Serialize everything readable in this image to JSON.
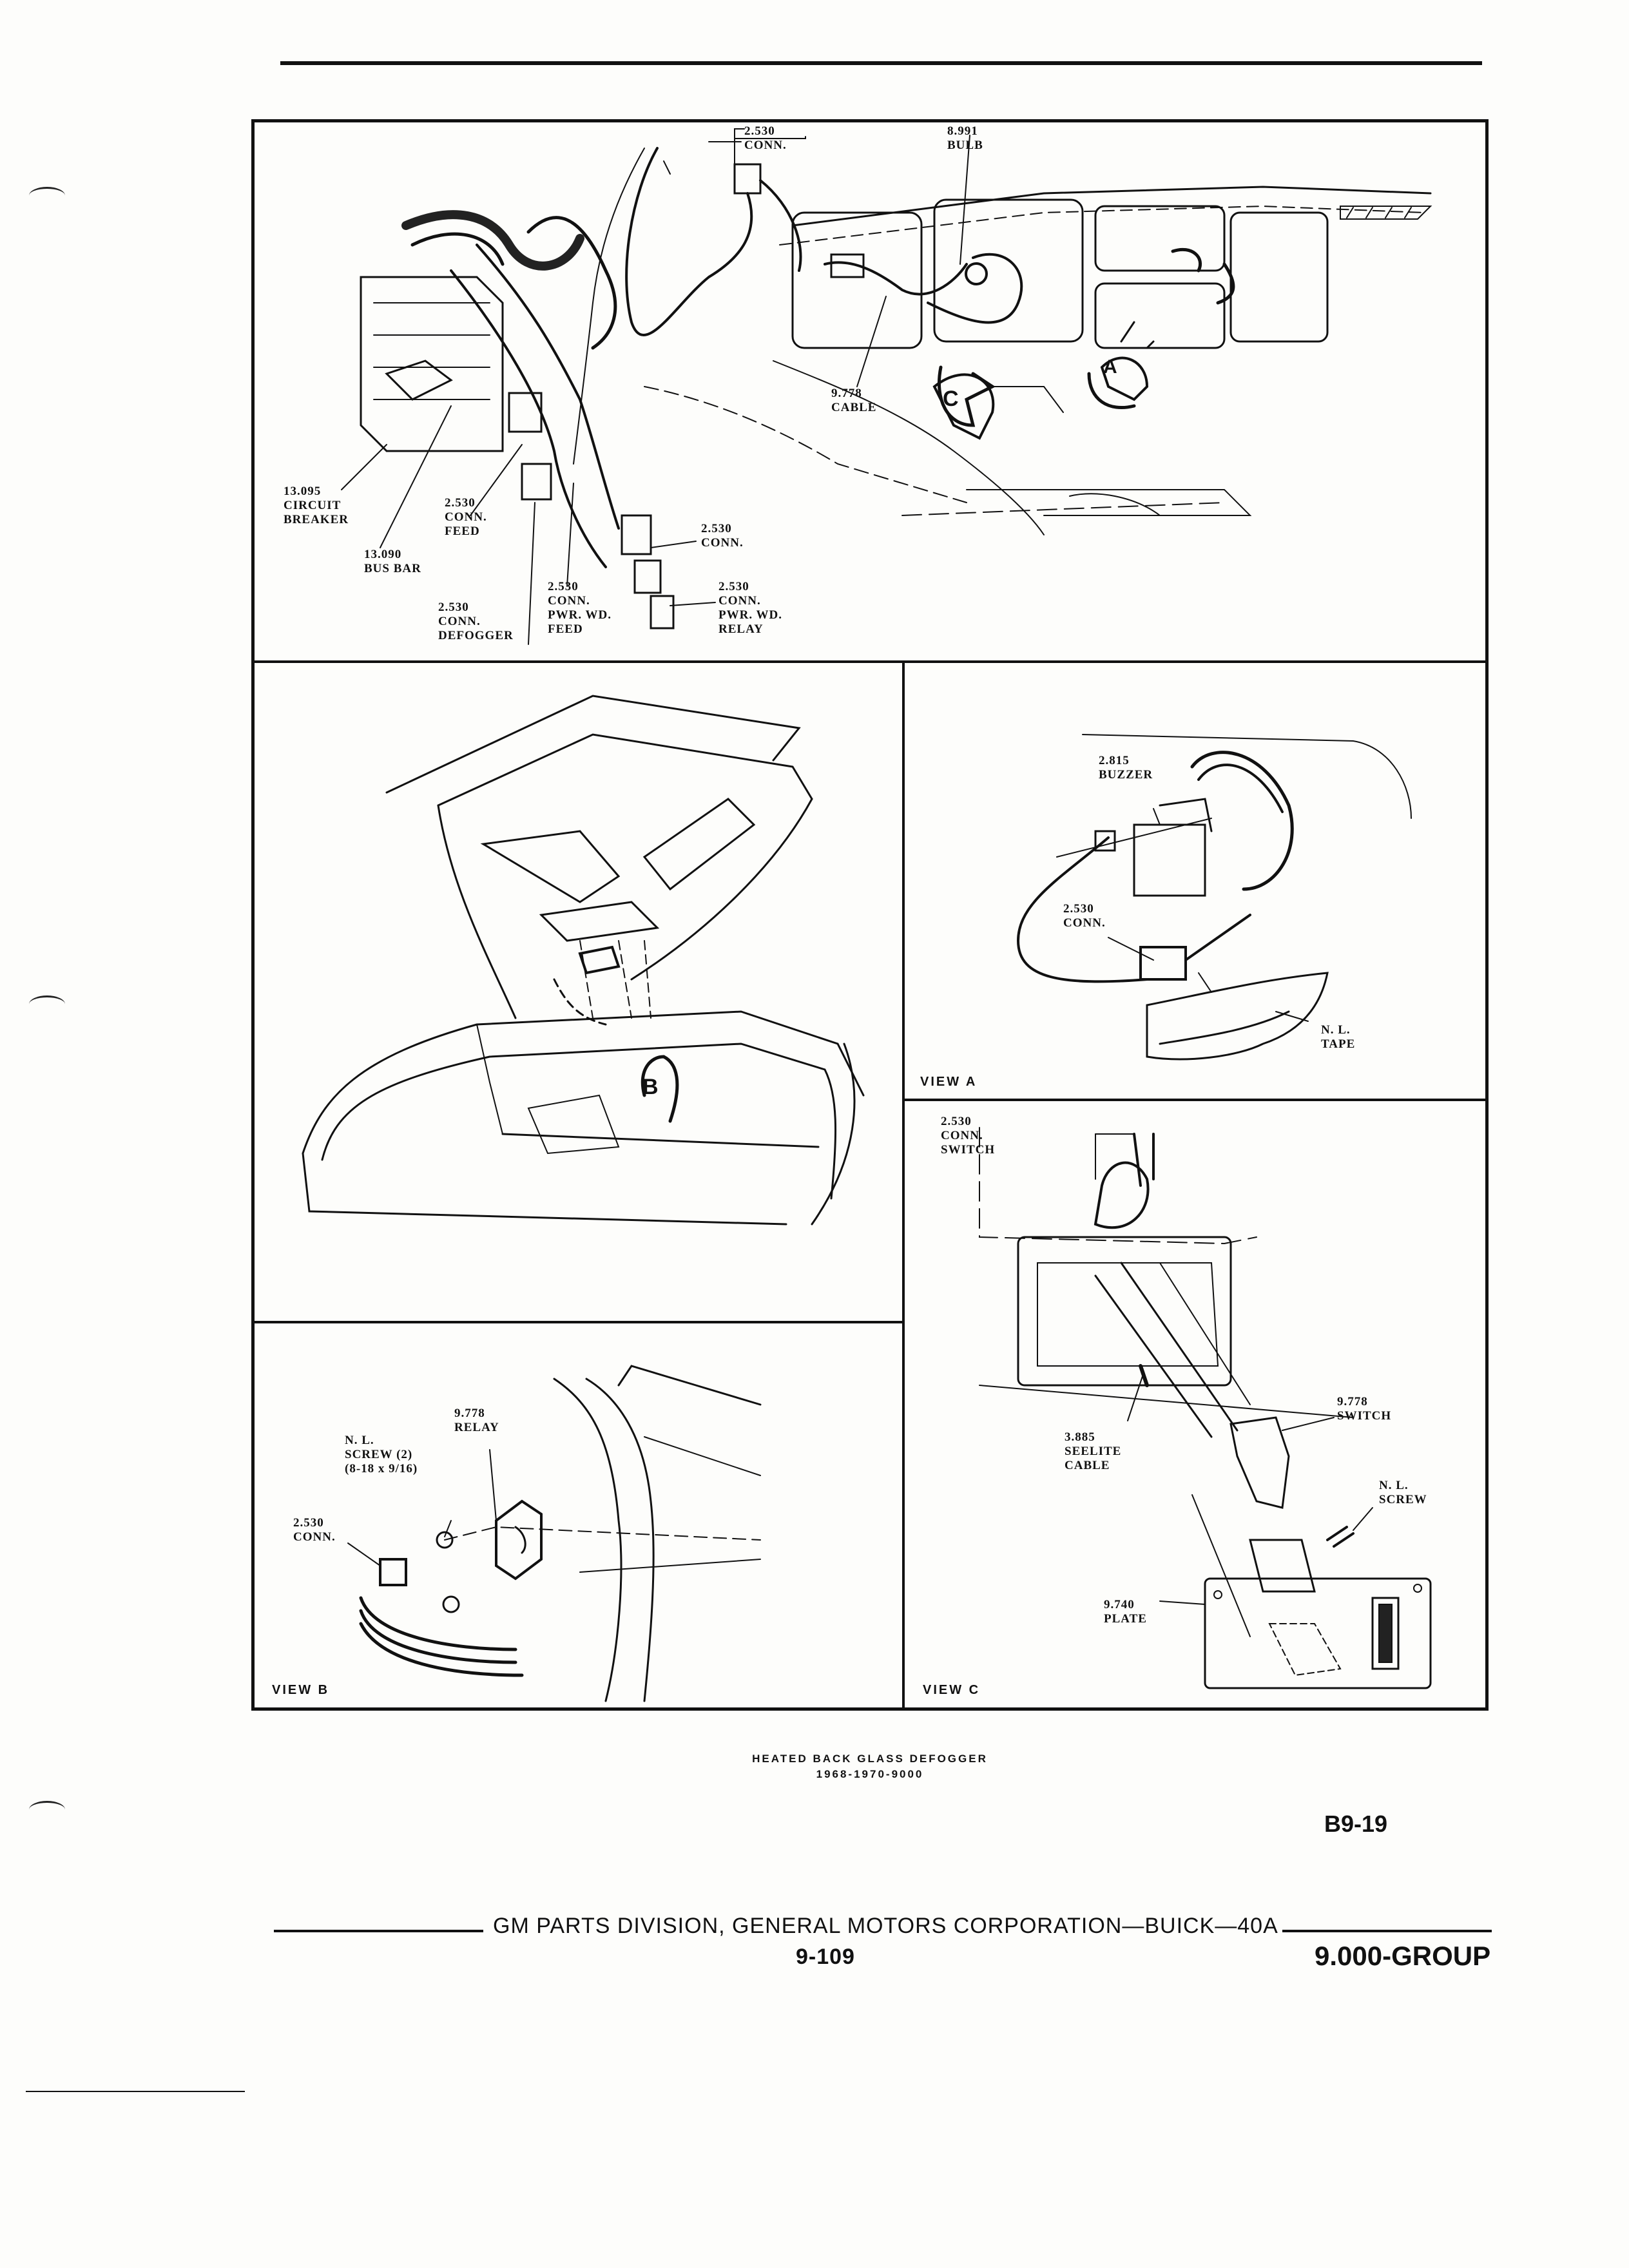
{
  "diagram": {
    "caption_line1": "HEATED BACK GLASS DEFOGGER",
    "caption_line2": "1968-1970-9000",
    "page_code": "B9-19",
    "top_panel": {
      "labels": {
        "conn_top": "2.530\nCONN.",
        "bulb": "8.991\nBULB",
        "cable": "9.778\nCABLE",
        "circuit_breaker": "13.095\nCIRCUIT\nBREAKER",
        "bus_bar": "13.090\nBUS BAR",
        "conn_feed": "2.530\nCONN.\nFEED",
        "conn_right": "2.530\nCONN.",
        "conn_pwr_feed": "2.530\nCONN.\nPWR. WD.\nFEED",
        "conn_pwr_relay": "2.530\nCONN.\nPWR. WD.\nRELAY",
        "conn_defogger": "2.530\nCONN.\nDEFOGGER"
      },
      "callouts": {
        "c": "C",
        "a": "A"
      }
    },
    "trunk_panel": {
      "callout_b": "B"
    },
    "view_a": {
      "title": "VIEW A",
      "labels": {
        "buzzer": "2.815\nBUZZER",
        "conn": "2.530\nCONN.",
        "tape": "N. L.\nTAPE"
      }
    },
    "view_b": {
      "title": "VIEW B",
      "labels": {
        "relay": "9.778\nRELAY",
        "screw": "N. L.\nSCREW (2)\n(8-18 x 9/16)",
        "conn": "2.530\nCONN."
      }
    },
    "view_c": {
      "title": "VIEW C",
      "labels": {
        "conn_switch": "2.530\nCONN.\nSWITCH",
        "switch": "9.778\nSWITCH",
        "seelite": "3.885\nSEELITE\nCABLE",
        "screw": "N. L.\nSCREW",
        "plate": "9.740\nPLATE"
      }
    }
  },
  "footer": {
    "publisher": "GM PARTS DIVISION, GENERAL MOTORS CORPORATION—BUICK—40A",
    "page_number": "9-109",
    "group": "9.000-GROUP"
  },
  "colors": {
    "ink": "#111111",
    "paper": "#fdfdfb"
  }
}
